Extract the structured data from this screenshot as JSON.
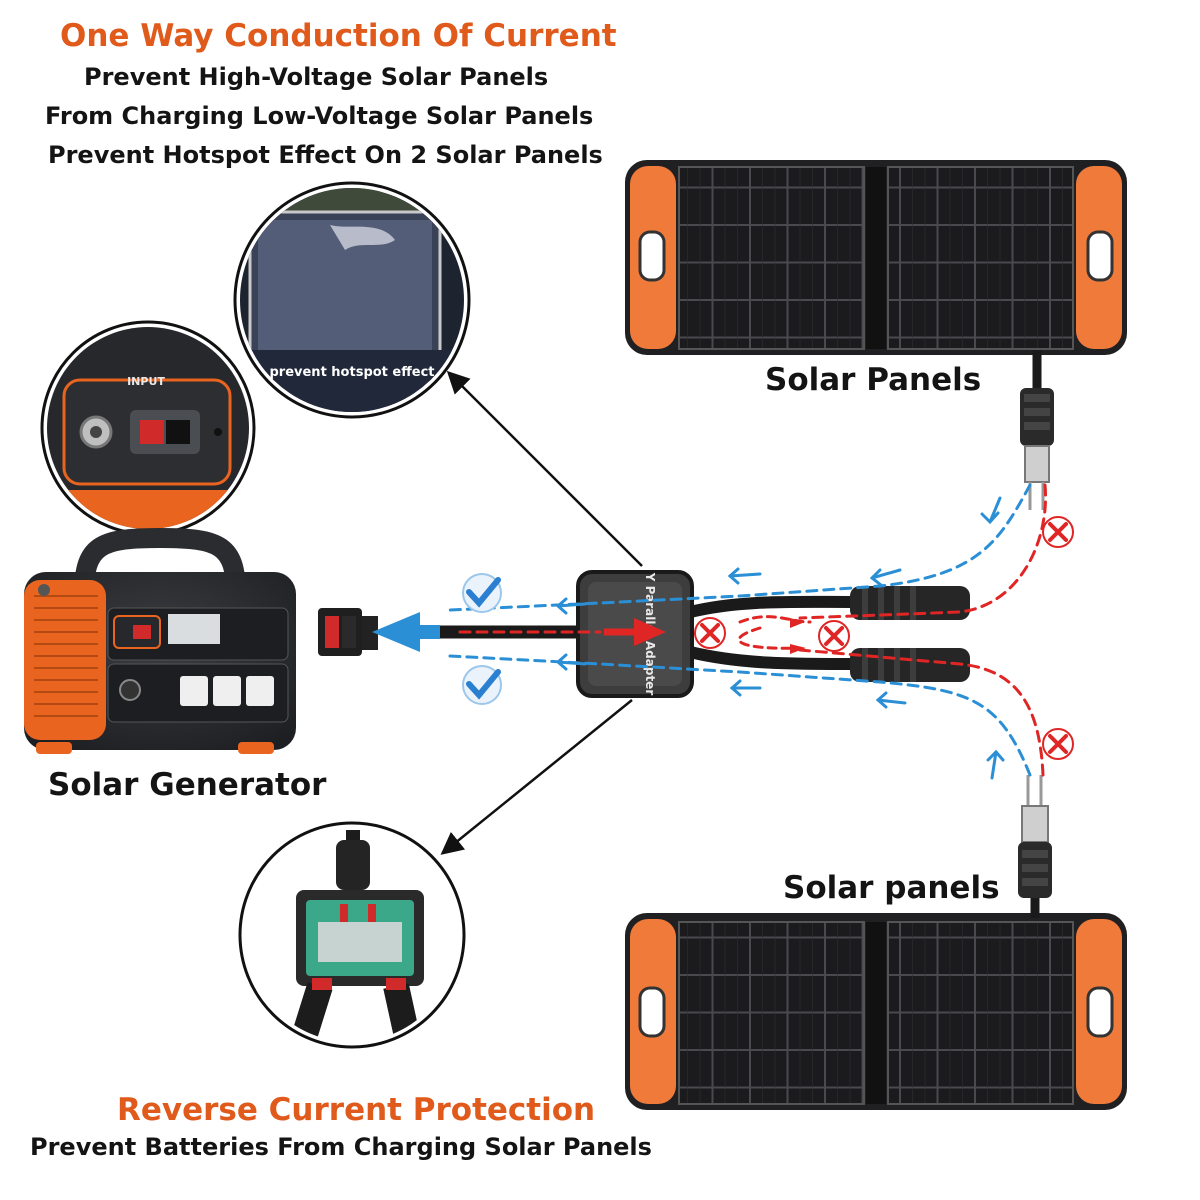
{
  "top_caption": {
    "title": "One Way Conduction Of Current",
    "lines": [
      "Prevent High-Voltage Solar Panels",
      "From Charging Low-Voltage Solar Panels",
      "Prevent Hotspot Effect On 2 Solar Panels"
    ]
  },
  "bottom_caption": {
    "title": "Reverse Current Protection",
    "line": "Prevent Batteries From Charging Solar Panels"
  },
  "labels": {
    "solar_panels_top": "Solar Panels",
    "solar_panels_bottom": "Solar panels",
    "solar_generator": "Solar Generator"
  },
  "insets": {
    "hotspot_caption": "prevent hotspot effect",
    "input_panel_label": "INPUT"
  },
  "adapter_text": "Y Parallel Adapter",
  "colors": {
    "accent_orange": "#e05a1c",
    "flow_blue": "#2b8fd6",
    "flow_red": "#e02525",
    "panel_cell": "#1c1c1e",
    "panel_frame_orange": "#ef7a3a"
  }
}
